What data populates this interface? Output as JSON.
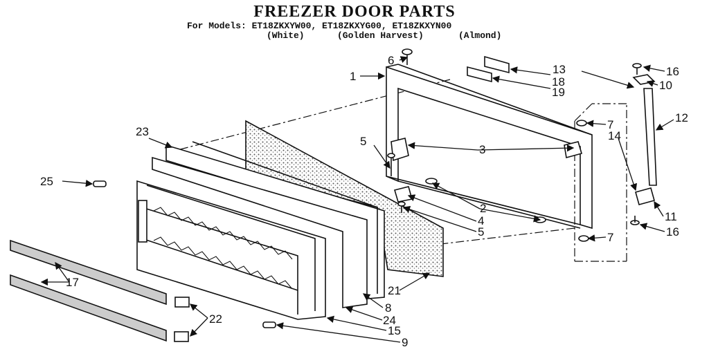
{
  "header": {
    "title": "FREEZER DOOR PARTS",
    "models_line": "For Models: ET18ZKXYW00, ET18ZKXYG00, ET18ZKXYN00",
    "color_white": "(White)",
    "color_golden": "(Golden Harvest)",
    "color_almond": "(Almond)"
  },
  "callouts": [
    "1",
    "2",
    "3",
    "4",
    "5",
    "5",
    "6",
    "7",
    "7",
    "8",
    "9",
    "10",
    "11",
    "12",
    "13",
    "14",
    "15",
    "16",
    "16",
    "17",
    "18",
    "19",
    "21",
    "22",
    "23",
    "24",
    "25"
  ]
}
